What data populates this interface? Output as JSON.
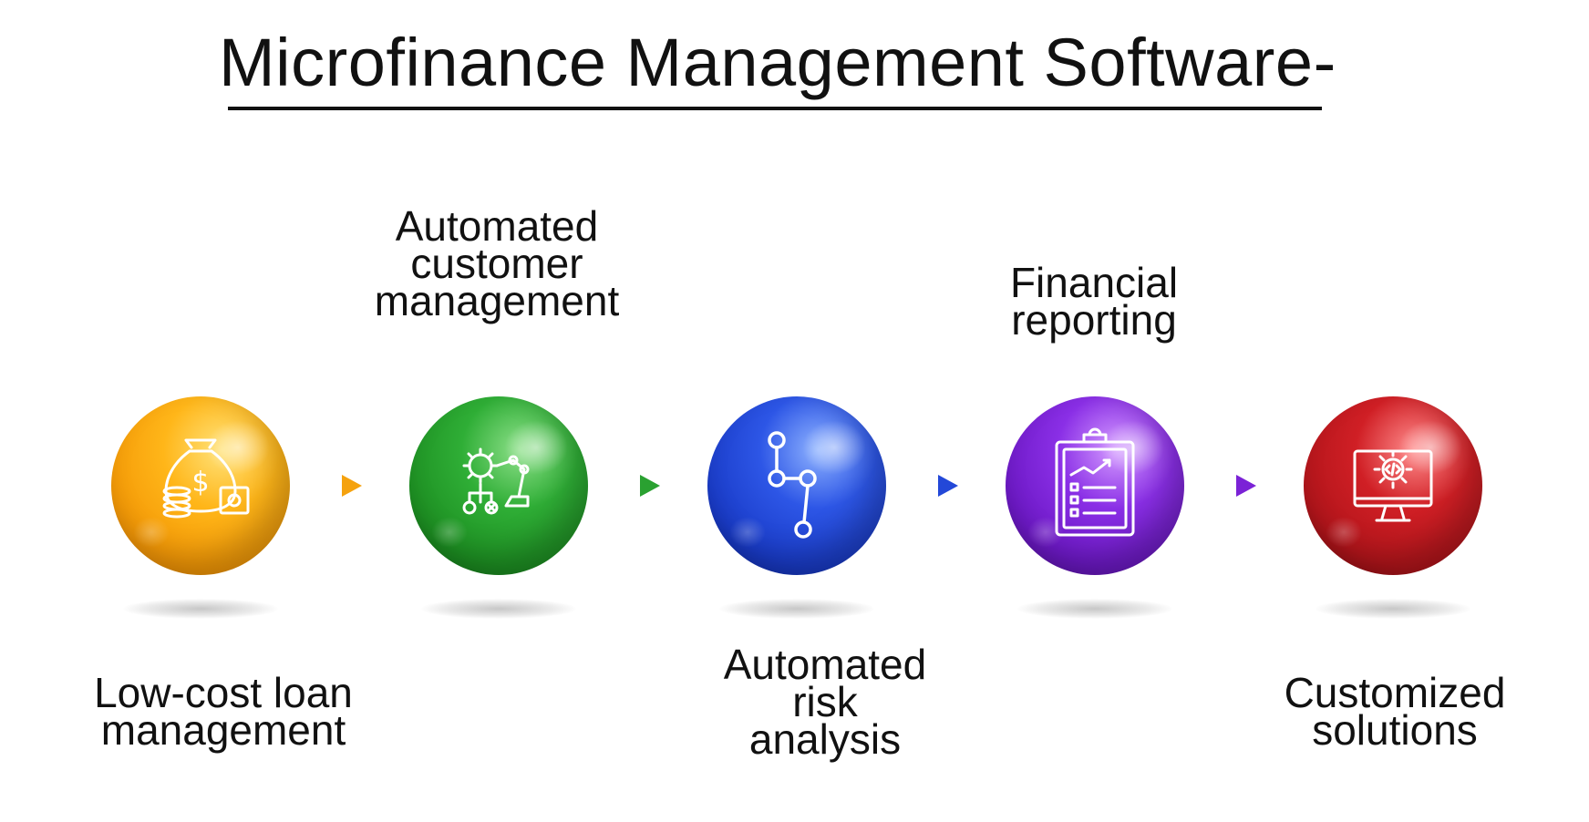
{
  "title": "Microfinance Management Software-",
  "steps": [
    {
      "label": "Low-cost loan\nmanagement",
      "icon": "money-bag-icon",
      "color": "#f7a10b"
    },
    {
      "label": "Automated\ncustomer\nmanagement",
      "icon": "robotic-arm-icon",
      "color": "#27a02d"
    },
    {
      "label": "Automated\nrisk\nanalysis",
      "icon": "node-path-icon",
      "color": "#2248d8"
    },
    {
      "label": "Financial\nreporting",
      "icon": "clipboard-report-icon",
      "color": "#7b22d6"
    },
    {
      "label": "Customized\nsolutions",
      "icon": "monitor-gear-icon",
      "color": "#c41a20"
    }
  ],
  "arrow_colors": [
    "#f5a20e",
    "#2aa131",
    "#2348d8",
    "#7b22d6"
  ]
}
